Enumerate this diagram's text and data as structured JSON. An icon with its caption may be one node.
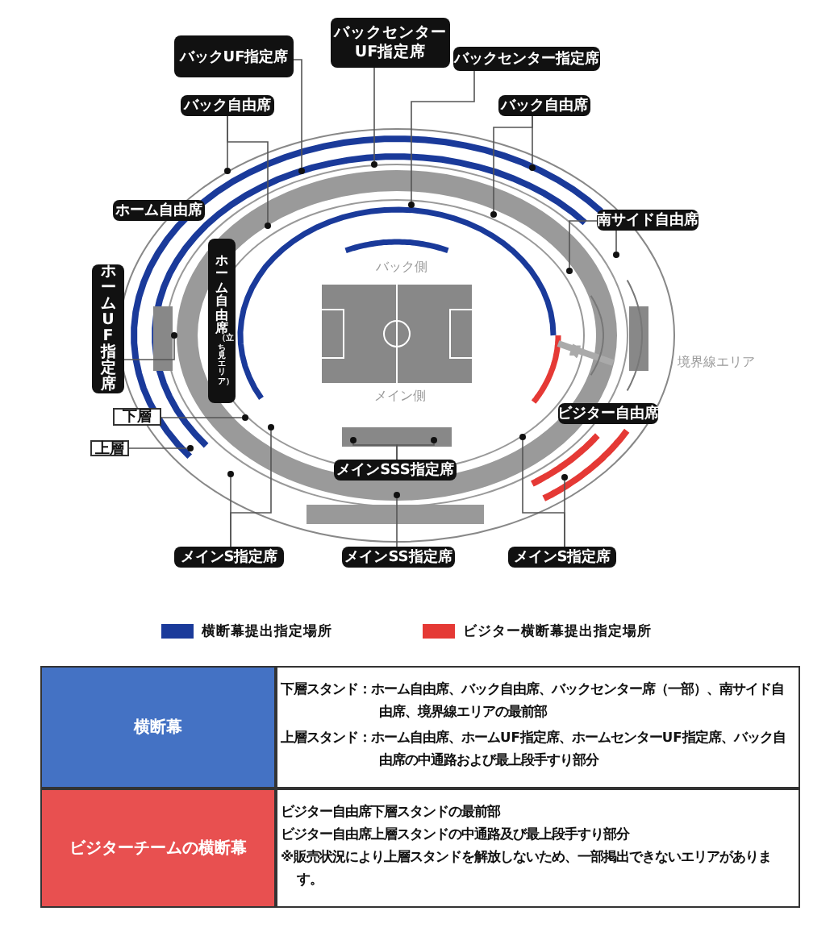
{
  "diagram": {
    "nodes": [
      {
        "text": [
          "バックUF指定席"
        ]
      },
      {
        "text": [
          "バックセンターUF指定席"
        ]
      },
      {
        "text": [
          "バックセンター指定席"
        ]
      },
      {
        "text": [
          "バック自由席"
        ]
      },
      {
        "text": [
          "バック自由席"
        ]
      },
      {
        "text": [
          "ホーム自由席"
        ]
      },
      {
        "text": [
          "南サイド自由席"
        ]
      },
      {
        "text": [
          "ホームUF指定席"
        ]
      },
      {
        "text": [
          "ホーム自由席",
          "（立ち見エリア）"
        ]
      },
      {
        "text": [
          "下層"
        ]
      },
      {
        "text": [
          "上層"
        ]
      },
      {
        "text": [
          "ビジター自由席"
        ]
      },
      {
        "text": [
          "メインSSS指定席"
        ]
      },
      {
        "text": [
          "メインS指定席"
        ]
      },
      {
        "text": [
          "メインSS指定席"
        ]
      },
      {
        "text": [
          "メインS指定席"
        ]
      },
      {
        "text": [],
        "shape": "circle"
      },
      {
        "text": [],
        "shape": "circle"
      },
      {
        "text": [],
        "shape": "circle"
      },
      {
        "text": [],
        "shape": "circle"
      },
      {
        "text": [],
        "shape": "circle"
      },
      {
        "text": [],
        "shape": "circle"
      },
      {
        "text": [],
        "shape": "circle"
      },
      {
        "text": [],
        "shape": "circle"
      },
      {
        "text": [],
        "shape": "circle"
      },
      {
        "text": [],
        "shape": "circle"
      },
      {
        "text": [],
        "shape": "circle"
      },
      {
        "text": [],
        "shape": "circle"
      },
      {
        "text": [],
        "shape": "circle"
      },
      {
        "text": [],
        "shape": "circle"
      },
      {
        "text": [],
        "shape": "circle"
      },
      {
        "text": [],
        "shape": "circle"
      },
      {
        "text": [],
        "shape": "circle"
      },
      {
        "text": [],
        "shape": "circle"
      },
      {
        "text": [],
        "shape": "circle"
      }
    ],
    "edges": [
      {
        "from": 0,
        "to": 16,
        "arrow": "none"
      },
      {
        "from": 1,
        "to": 17,
        "arrow": "none"
      },
      {
        "from": 2,
        "to": 18,
        "arrow": "none"
      },
      {
        "from": 3,
        "to": 19,
        "arrow": "none"
      },
      {
        "from": 3,
        "to": 20,
        "arrow": "none"
      },
      {
        "from": 4,
        "to": 21,
        "arrow": "none"
      },
      {
        "from": 4,
        "to": 22,
        "arrow": "none"
      },
      {
        "from": 6,
        "to": 23,
        "arrow": "none"
      },
      {
        "from": 6,
        "to": 24,
        "arrow": "none"
      },
      {
        "from": 7,
        "to": 25,
        "arrow": "none"
      },
      {
        "from": 9,
        "to": 26,
        "arrow": "none"
      },
      {
        "from": 10,
        "to": 27,
        "arrow": "none"
      },
      {
        "from": 12,
        "to": 28,
        "arrow": "none"
      },
      {
        "from": 12,
        "to": 29,
        "arrow": "none"
      },
      {
        "from": 13,
        "to": 30,
        "arrow": "none"
      },
      {
        "from": 13,
        "to": 31,
        "arrow": "none"
      },
      {
        "from": 14,
        "to": 32,
        "arrow": "none"
      },
      {
        "from": 15,
        "to": 33,
        "arrow": "none"
      },
      {
        "from": 15,
        "to": 34,
        "arrow": "none"
      }
    ],
    "labels": [
      "バック側",
      "境界線エリア",
      "メイン側",
      "横断幕",
      "下層スタンド：ホーム自由席、バック自由席、バックセンター席（一部）、南サイド自由席、境界線エリアの最前部",
      "上層スタンド：ホーム自由席、ホームUF指定席、ホームセンターUF指定席、バック自由席の中通路および最上段手すり部分",
      "ビジターチームの横断幕",
      "ビジター自由席下層スタンドの最前部",
      "ビジター自由席上層スタンドの中通路及び最上段手すり部分",
      "※販売状況により上層スタンドを解放しないため、一部掲出できないエリアがあります。"
    ],
    "legend": [
      {
        "text": "横断幕提出指定場所",
        "color": "#1a3a9a"
      },
      {
        "text": "ビジター横断幕提出指定場所",
        "color": "#e53935"
      }
    ]
  }
}
